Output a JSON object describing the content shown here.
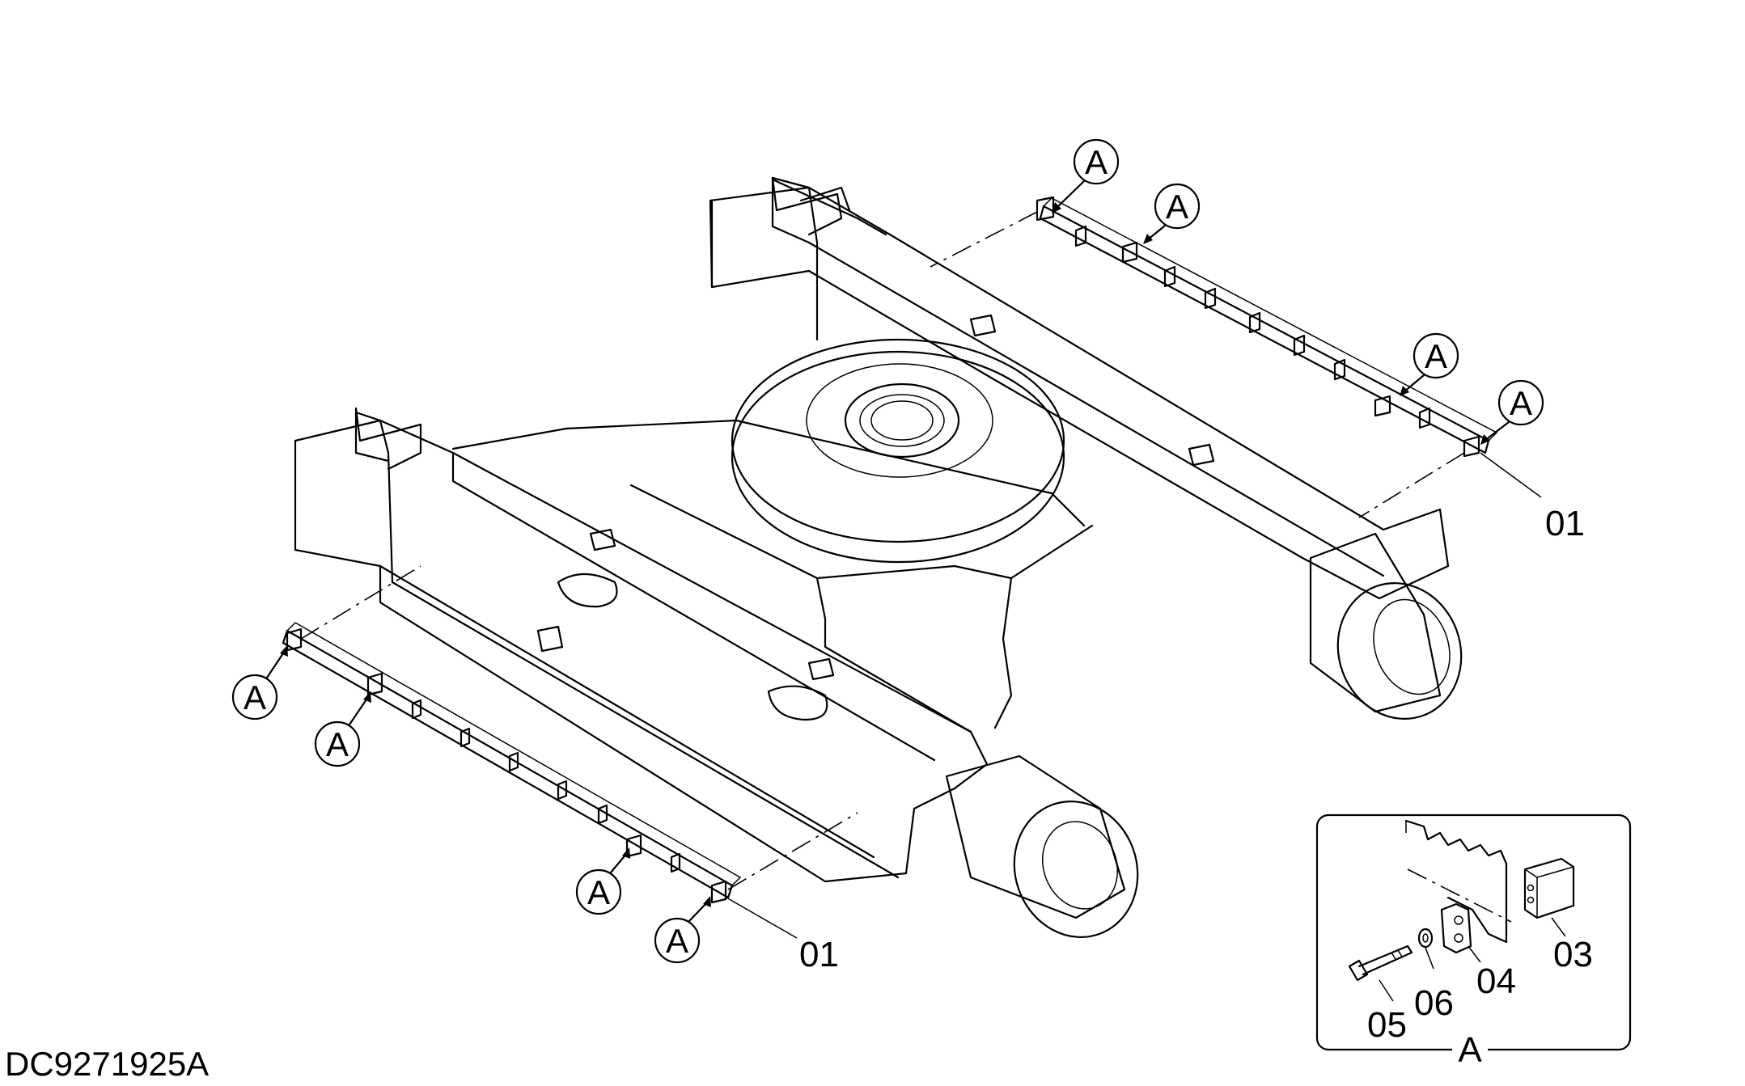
{
  "drawing": {
    "code": "DC9271925A",
    "callout_letter": "A",
    "part_labels": {
      "right_strip": "01",
      "left_strip": "01",
      "block": "03",
      "plate": "04",
      "bolt": "05",
      "washer": "06"
    },
    "detail_view_label": "A"
  }
}
